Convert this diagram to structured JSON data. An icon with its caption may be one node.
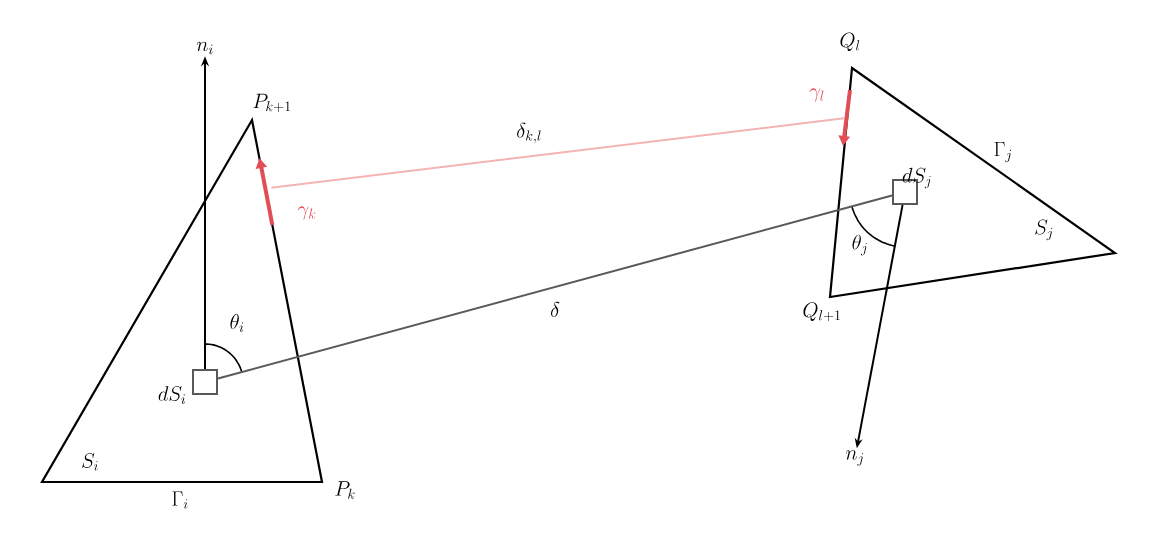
{
  "diagram": {
    "nodes": [
      {
        "text": [],
        "shape": "box",
        "beside": [
          "dS_i"
        ]
      },
      {
        "text": [],
        "shape": "box",
        "beside": [
          "dS_j"
        ]
      },
      {
        "text": [],
        "shape": "bar",
        "beside": [
          "\\gamma_k"
        ]
      },
      {
        "text": [],
        "shape": "bar",
        "beside": [
          "\\gamma_l"
        ]
      },
      {
        "text": [
          "n_i"
        ]
      },
      {
        "text": [
          "n_j"
        ]
      }
    ],
    "edges": [
      {
        "from": 0,
        "to": 1,
        "arrow": "none",
        "label": "\\delta",
        "color": "#595959"
      },
      {
        "from": 2,
        "to": 3,
        "arrow": "none",
        "label": "\\delta_{k,l}",
        "color": "#f4b4b4"
      },
      {
        "from": 0,
        "to": 4,
        "arrow": "to"
      },
      {
        "from": 1,
        "to": 5,
        "arrow": "to"
      }
    ],
    "labels": [
      "P_{k+1}",
      "S_i",
      "\\Gamma_i",
      "P_k",
      "\\theta_i",
      "Q_l",
      "\\Gamma_j",
      "S_j",
      "\\theta_j",
      "Q_{l+1}"
    ]
  }
}
